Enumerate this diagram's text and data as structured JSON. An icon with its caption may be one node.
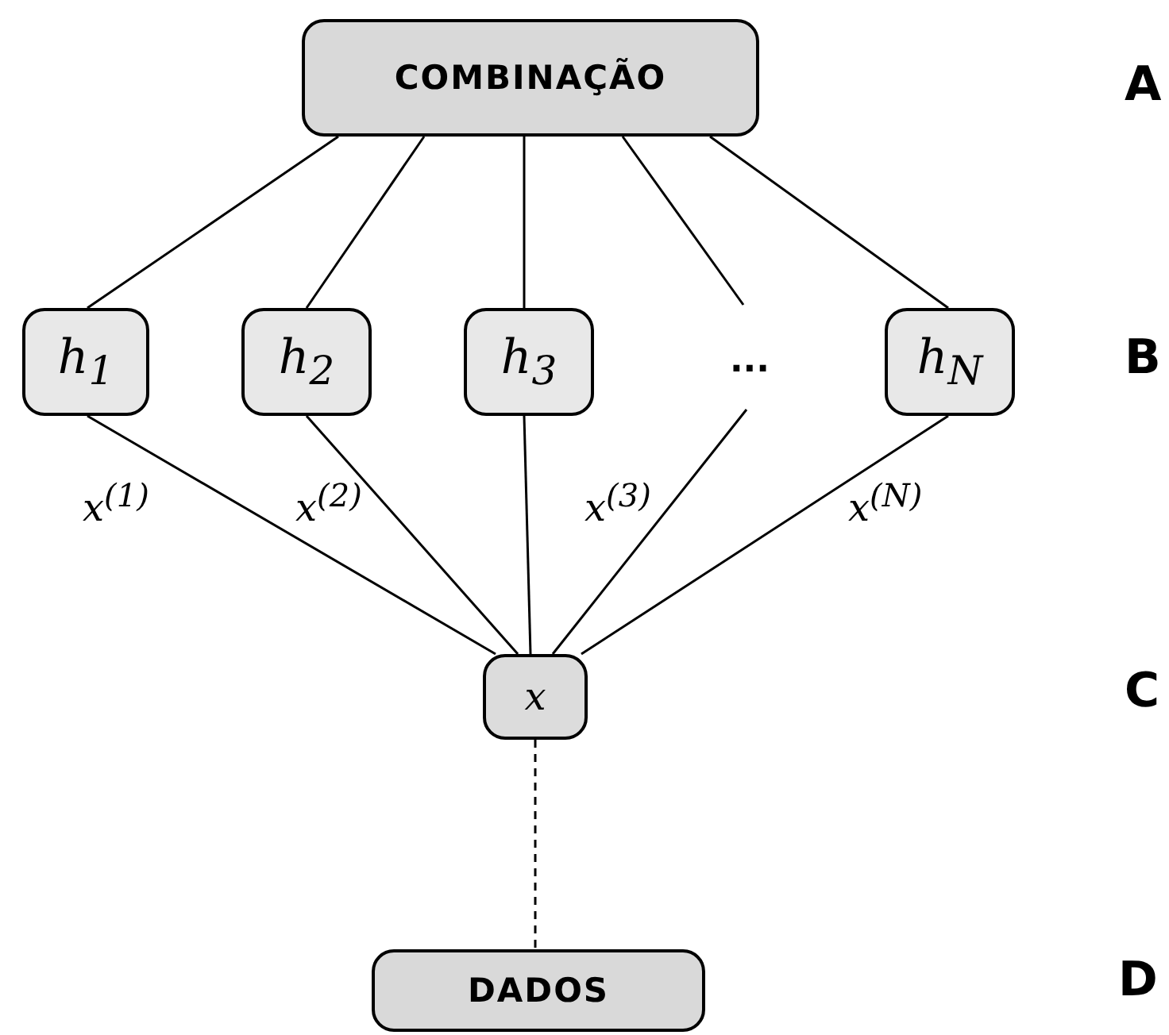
{
  "diagram": {
    "nodes": [
      {
        "text": [
          "COMBINAÇÃO"
        ]
      },
      {
        "text": [
          "*h*$_{1}$"
        ]
      },
      {
        "text": [
          "*h*$_{2}$"
        ]
      },
      {
        "text": [
          "*h*$_{3}$"
        ]
      },
      {
        "text": [
          "..."
        ]
      },
      {
        "text": [
          "*h*$_{N}$"
        ]
      },
      {
        "text": [
          "x"
        ]
      },
      {
        "text": [
          "DADOS"
        ]
      }
    ],
    "edges": [
      {
        "from": 0,
        "to": 1,
        "arrow": "none"
      },
      {
        "from": 0,
        "to": 2,
        "arrow": "none"
      },
      {
        "from": 0,
        "to": 3,
        "arrow": "none"
      },
      {
        "from": 0,
        "to": 4,
        "arrow": "none"
      },
      {
        "from": 0,
        "to": 5,
        "arrow": "none"
      },
      {
        "from": 1,
        "to": 6,
        "arrow": "none"
      },
      {
        "from": 2,
        "to": 6,
        "arrow": "none"
      },
      {
        "from": 3,
        "to": 6,
        "arrow": "none"
      },
      {
        "from": 4,
        "to": 6,
        "arrow": "none"
      },
      {
        "from": 5,
        "to": 6,
        "arrow": "none"
      },
      {
        "from": 6,
        "to": 7,
        "arrow": "none",
        "style": "dashed"
      }
    ],
    "labels": [
      "A",
      "B",
      "*x*$^{(1)}$",
      "*x*$^{(2)}$",
      "*x*$^{(3)}$",
      "*x*$^{(N)}$",
      "C",
      "D"
    ]
  }
}
